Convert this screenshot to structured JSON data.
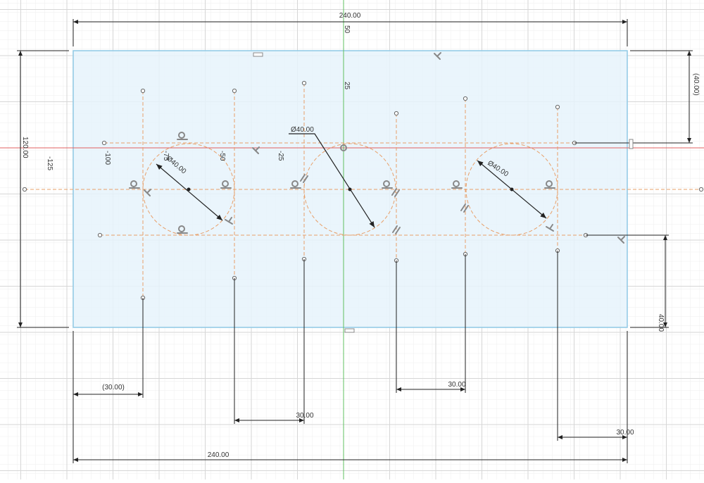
{
  "colors": {
    "background": "#ffffff",
    "grid_minor": "#eeeeee",
    "grid_major": "#d6d6d6",
    "profile_fill": "#e6f3fb",
    "profile_stroke": "#8fc9e5",
    "construction": "#e8a06a",
    "dimension": "#222222",
    "axis_x": "#e06060",
    "axis_y": "#60c060",
    "constraint_icon": "#888888"
  },
  "axis_labels": {
    "h_m125": "-125",
    "h_m100": "-100",
    "h_m75": "-75",
    "h_m50": "-50",
    "h_m25": "-25",
    "v_50": "50",
    "v_25": "25"
  },
  "dimensions": {
    "overall_width_top": "240.00",
    "overall_width_bottom": "240.00",
    "overall_height": "120.00",
    "top_offset_right": "(40.00)",
    "bottom_offset_right": "40.00",
    "left_offset": "(30.00)",
    "spacing_1": "30.00",
    "spacing_2": "30.00",
    "right_offset": "30.00",
    "circle_left": "Ø40.00",
    "circle_middle": "Ø40.00",
    "circle_right": "Ø40.00"
  },
  "icons": {
    "tangent": "tangent-constraint-icon",
    "perpendicular": "perpendicular-constraint-icon",
    "horizontal": "horizontal-constraint-icon",
    "parallel": "parallel-constraint-icon",
    "coincident": "coincident-constraint-icon",
    "midpoint": "midpoint-constraint-icon"
  }
}
